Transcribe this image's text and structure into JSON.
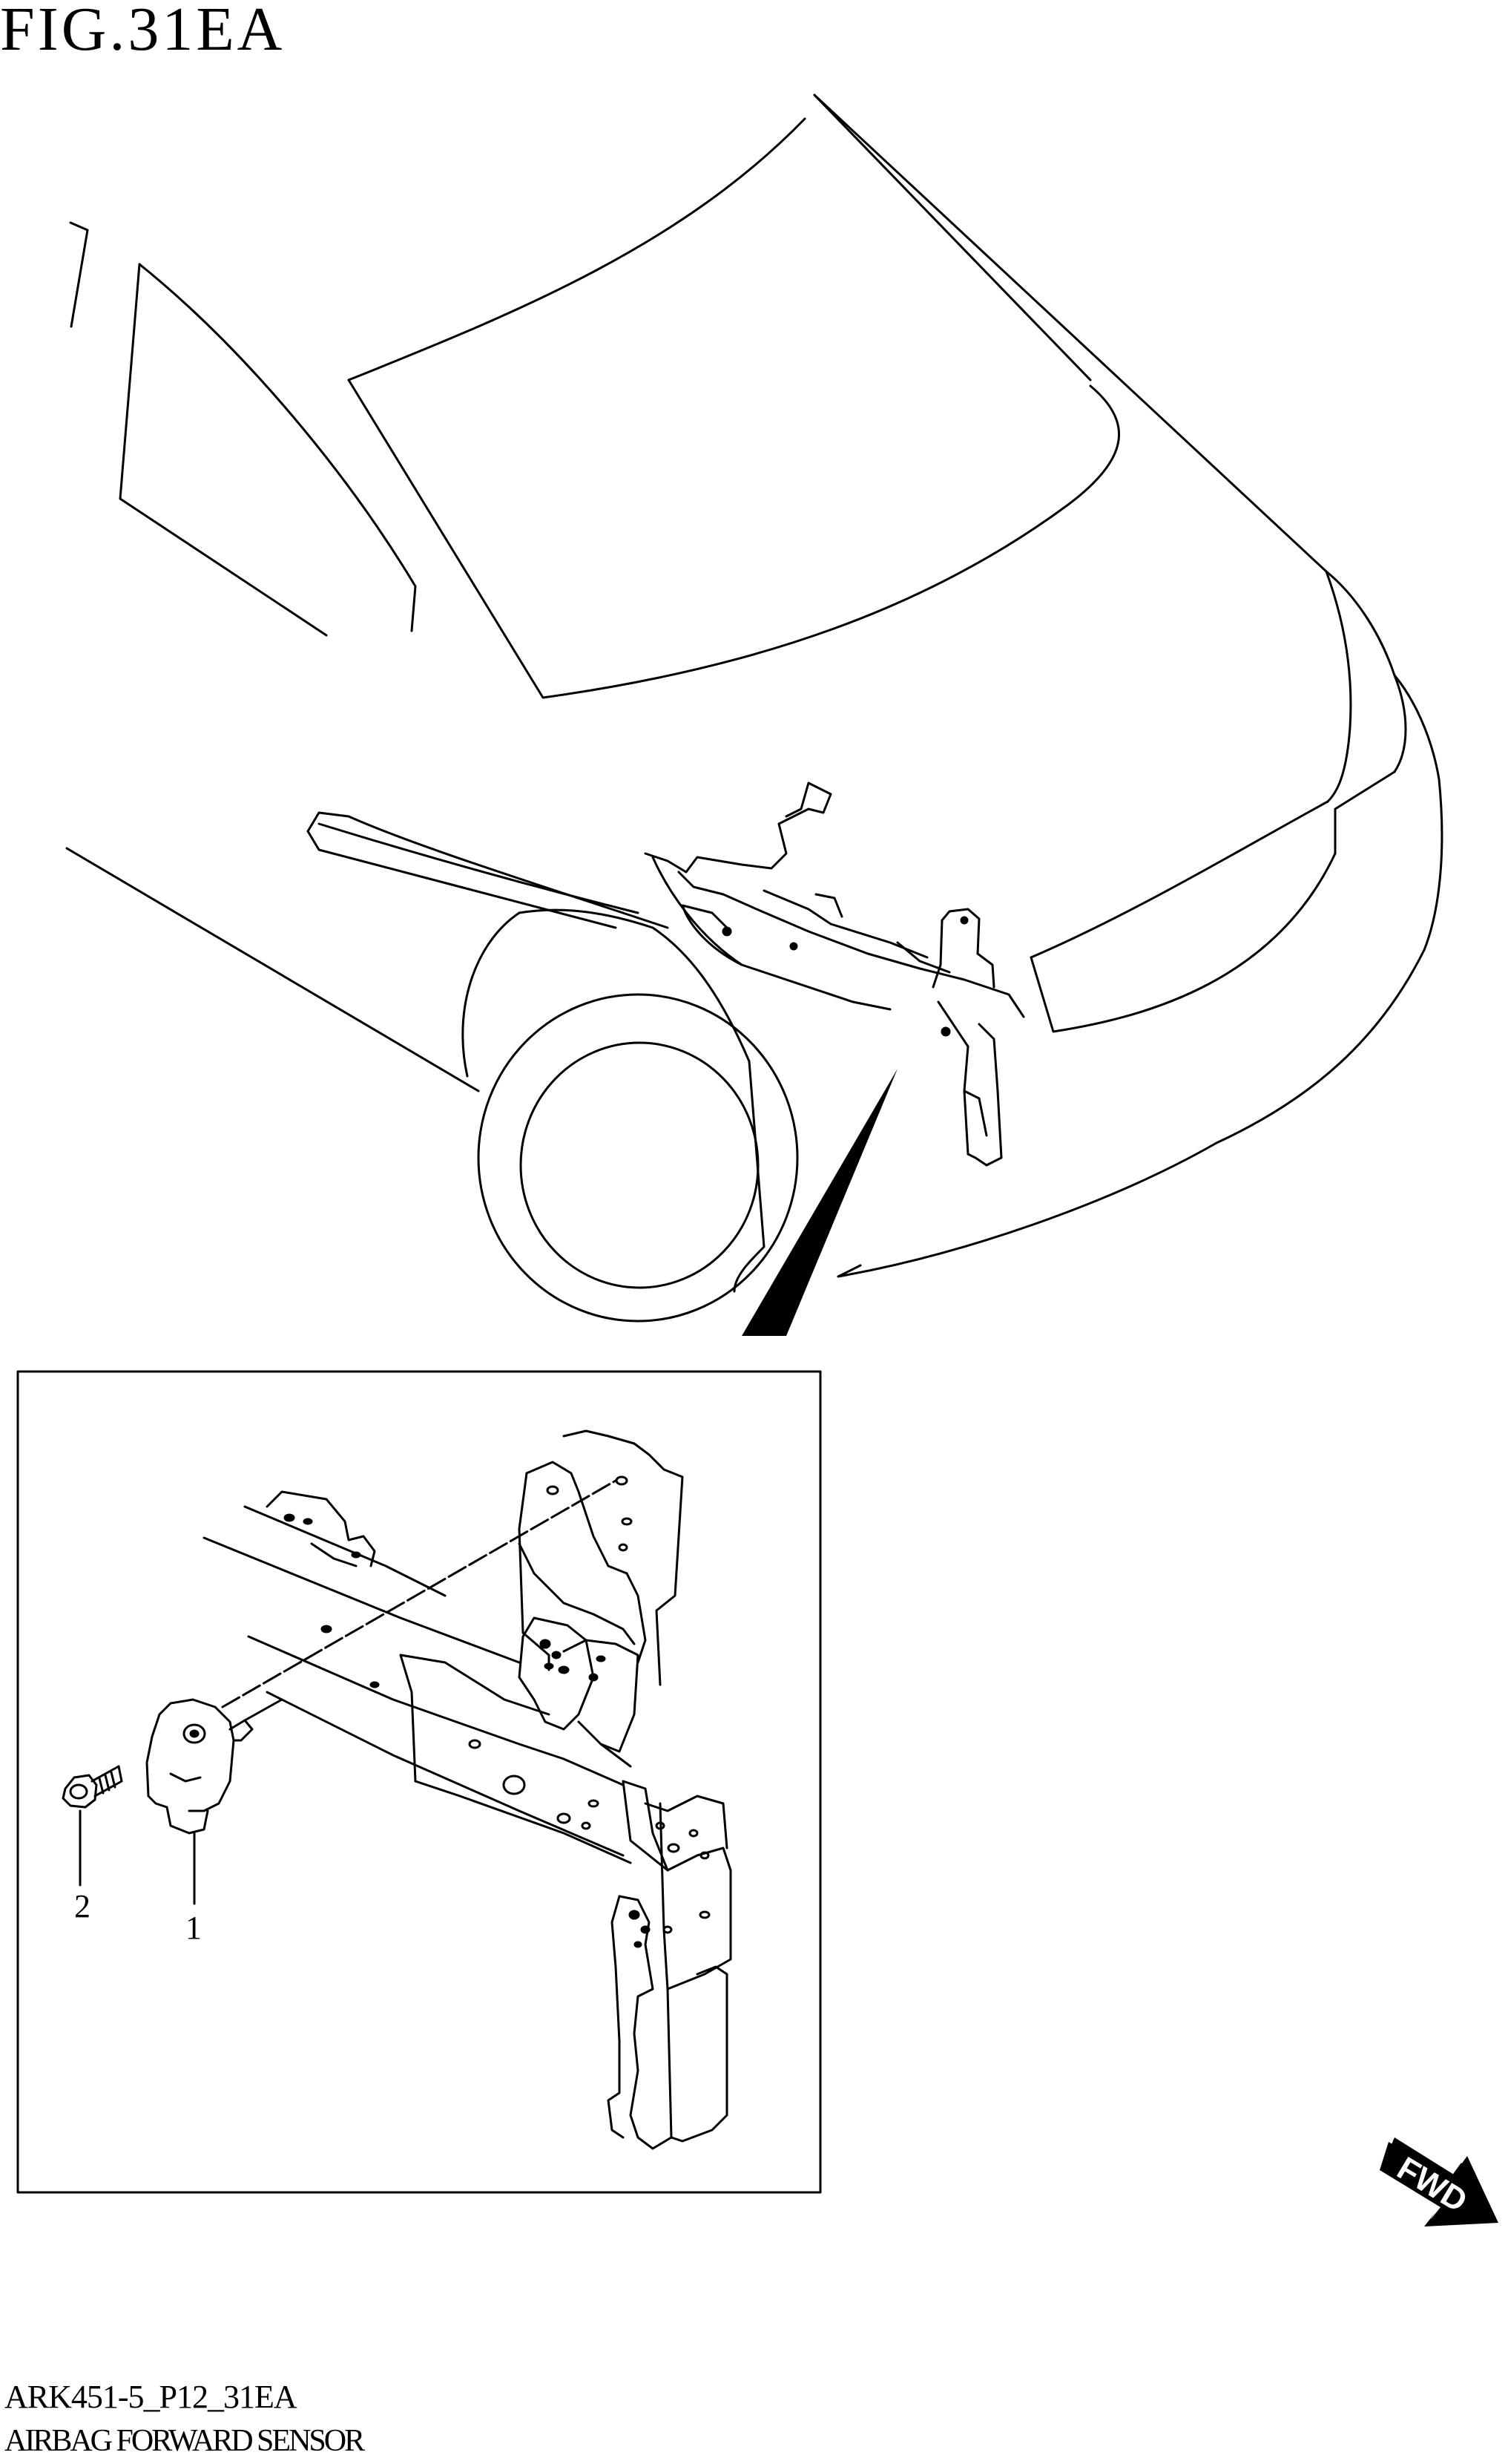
{
  "figure": {
    "title": "FIG.31EA",
    "code": "ARK451-5_P12_31EA",
    "caption": "AIRBAG FORWARD SENSOR"
  },
  "callouts": [
    {
      "number": "1"
    },
    {
      "number": "2"
    }
  ],
  "direction_marker": {
    "label": "FWD"
  }
}
